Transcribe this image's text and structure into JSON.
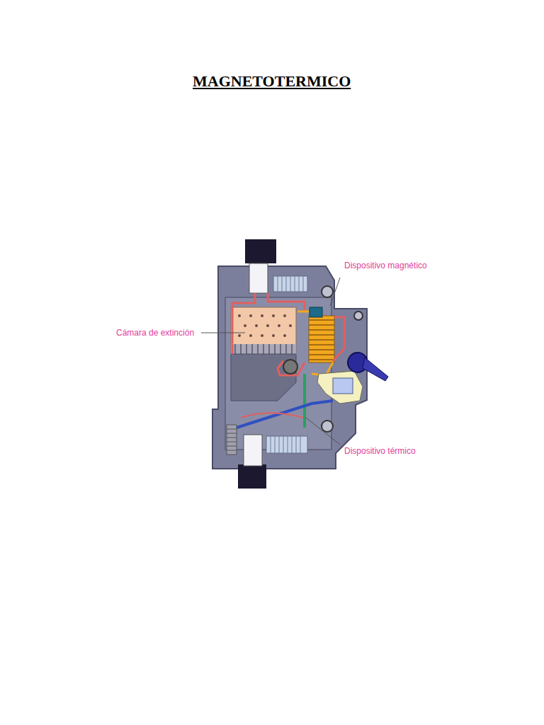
{
  "diagram": {
    "title": "MAGNETOTERMICO",
    "labels": [
      "Dispositivo magnético",
      "Cámara de extinción",
      "Dispositivo térmico"
    ]
  }
}
